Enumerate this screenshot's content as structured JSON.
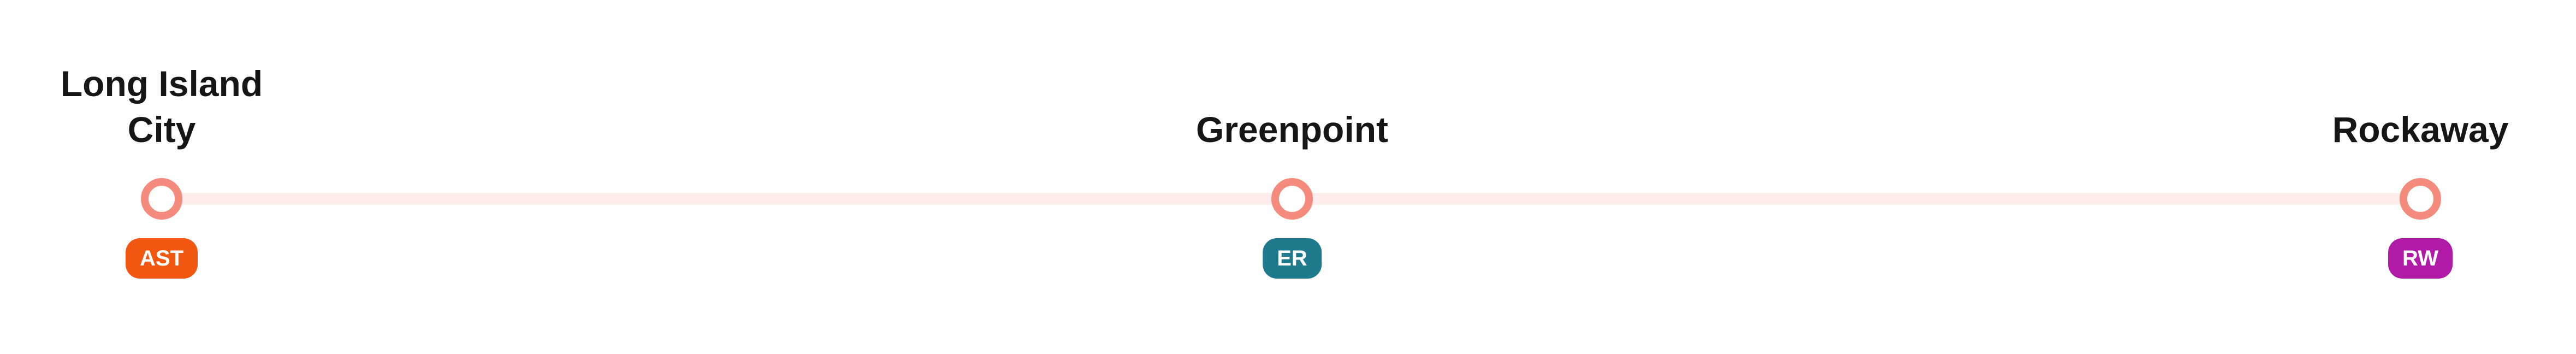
{
  "route": {
    "line_color": "#fdeceb",
    "node_color": "#f58b7c",
    "stops": [
      {
        "name": "Long Island\nCity",
        "code": "AST",
        "code_color": "#f25712"
      },
      {
        "name": "Greenpoint",
        "code": "ER",
        "code_color": "#1f7a8e"
      },
      {
        "name": "Rockaway",
        "code": "RW",
        "code_color": "#b01aa6"
      }
    ]
  }
}
